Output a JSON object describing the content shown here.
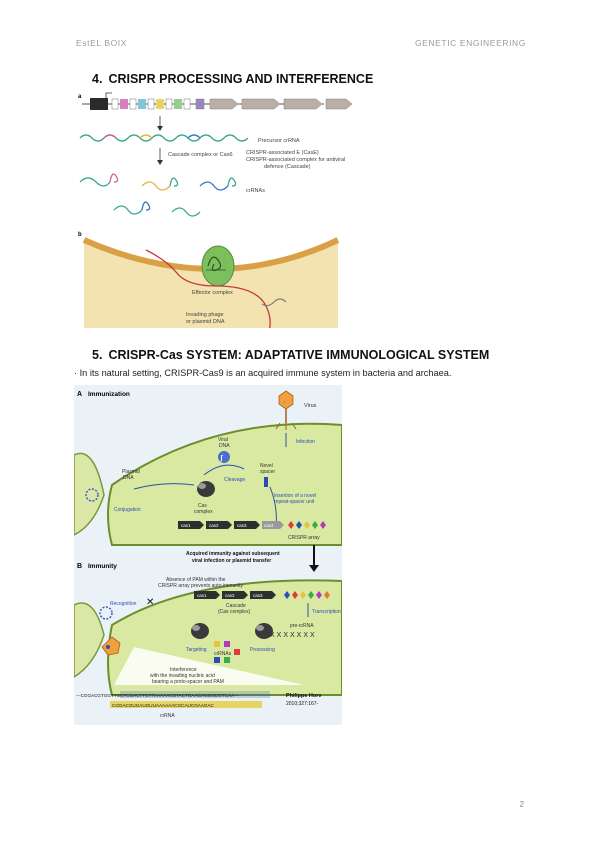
{
  "header": {
    "left": "EstEL BOIX",
    "right": "GENETIC ENGINEERING"
  },
  "section4": {
    "number": "4.",
    "title": "CRISPR PROCESSING AND INTERFERENCE",
    "figure": {
      "panel_a": "a",
      "panel_b": "b",
      "label_precursor": "Precursor crRNA",
      "label_cascade_arrow": "Cascade complex or Cas6",
      "label_casE_1": "CRISPR-associated E (CasE)",
      "label_casE_2": "CRISPR-associated complex for antiviral",
      "label_casE_3": "defence (Cascade)",
      "label_crrnas": "crRNAs",
      "label_effector": "Effector complex",
      "label_phage_1": "Invading phage",
      "label_phage_2": "or plasmid DNA"
    }
  },
  "section5": {
    "number": "5.",
    "title": "CRISPR-Cas SYSTEM: ADAPTATIVE IMMUNOLOGICAL SYSTEM",
    "paragraph": "· In its natural setting, CRISPR-Cas9 is an acquired immune system in bacteria and archaea.",
    "figure": {
      "panel_a": "A",
      "panel_a_title": "Immunization",
      "panel_b": "B",
      "panel_b_title": "Immunity",
      "virus": "Virus",
      "infection": "Infection",
      "viral_dna_1": "Viral",
      "viral_dna_2": "DNA",
      "plasmid_1": "Plasmid",
      "plasmid_2": "DNA",
      "conjugation": "Conjugation",
      "cleavage": "Cleavage",
      "novel_1": "Novel",
      "novel_2": "spacer",
      "insertion_1": "Insertion of a novel",
      "insertion_2": "repeat-spacer unit",
      "cas_1": "Cas",
      "cas_2": "complex",
      "genes": [
        "cas1",
        "cas2",
        "cas3",
        "cas4"
      ],
      "array": "CRISPR array",
      "acquired_1": "Acquired immunity against subsequent",
      "acquired_2": "viral infection or plasmid transfer",
      "absence_1": "Absence of PAM within the",
      "absence_2": "CRISPR array prevents auto-immunity",
      "cascade_1": "Cascade",
      "cascade_2": "(Cas complex)",
      "transcription": "Transcription",
      "pre_crrna": "pre-crRNA",
      "recognition": "Recognition",
      "targeting": "Targeting",
      "processing": "Processing",
      "crrnas": "crRNAs",
      "interference_1": "Interference",
      "interference_2": "with the invading nucleic acid",
      "interference_3": "bearing a proto-spacer and PAM",
      "seq_top": "---CGGACGTGGTTGCTCGACTTGTTAAAAACGTACTGAAGAGGGCGTCAA---",
      "seq_bottom": "CGGACGUGAUGUUAAAAAACGCAUCGAAGAC",
      "seq_label": "crRNA",
      "credit_1": "Philippe Horv",
      "credit_2": "2010;327:167-"
    }
  },
  "page_number": "2"
}
